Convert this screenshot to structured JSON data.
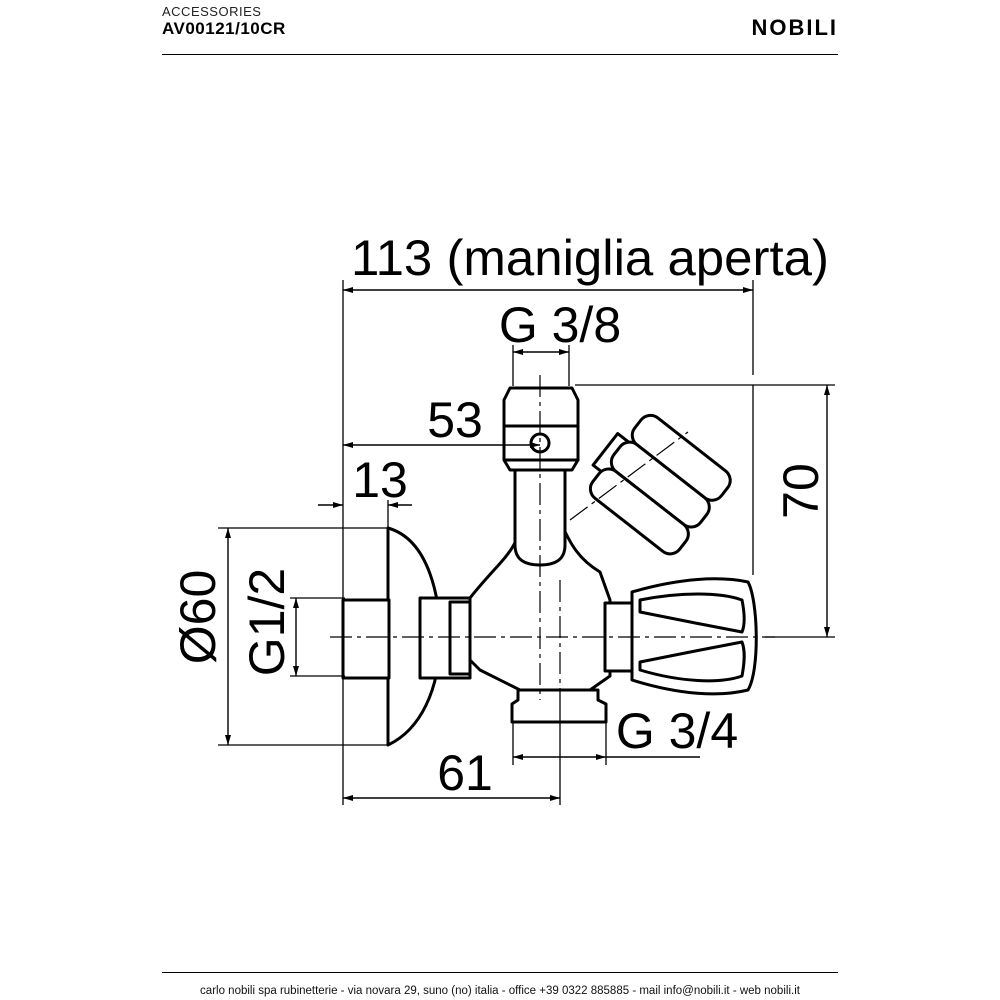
{
  "header": {
    "category": "ACCESSORIES",
    "code": "AV00121/10CR",
    "brand": "NOBILI"
  },
  "dimensions": {
    "overall_width": "113 (maniglia aperta)",
    "top_outlet_thread": "G 3/8",
    "top_outlet_offset": "53",
    "flange_thickness": "13",
    "flange_diameter": "Ø60",
    "inlet_thread": "G1/2",
    "height": "70",
    "bottom_outlet_thread": "G 3/4",
    "bottom_outlet_offset": "61"
  },
  "footer": {
    "text": "carlo nobili spa rubinetterie - via novara 29, suno (no) italia - office +39 0322 885885 - mail info@nobili.it - web nobili.it"
  }
}
